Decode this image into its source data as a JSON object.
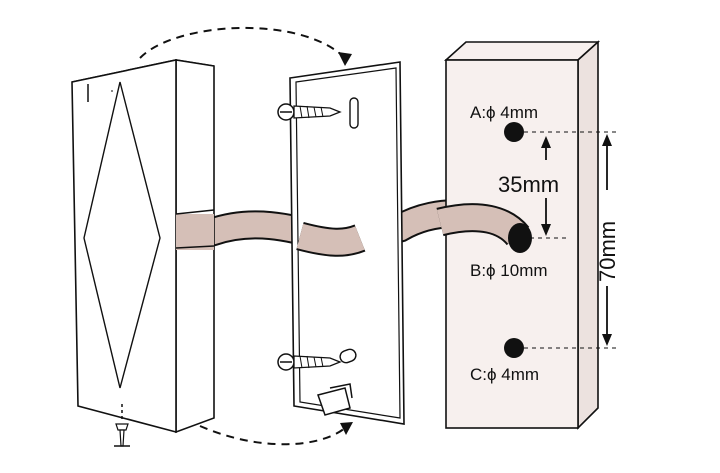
{
  "labels": {
    "hole_a": "A:ϕ  4mm",
    "hole_b": "B:ϕ 10mm",
    "hole_c": "C:ϕ   4mm",
    "dim_35": "35mm",
    "dim_70": "70mm"
  },
  "colors": {
    "cable": "#d5bfb7",
    "wall": "#f7f0ee",
    "stroke": "#111111"
  }
}
